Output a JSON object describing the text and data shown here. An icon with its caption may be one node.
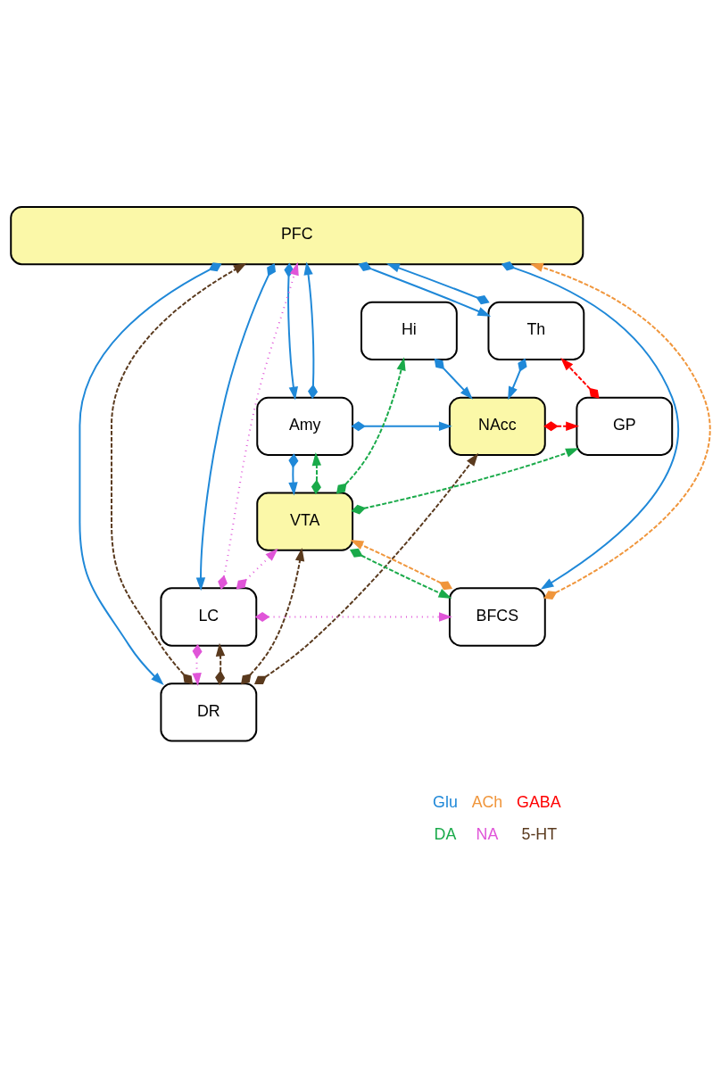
{
  "diagram": {
    "nodes": [
      {
        "text": [
          "PFC"
        ]
      },
      {
        "text": [
          "Hi"
        ]
      },
      {
        "text": [
          "Th"
        ]
      },
      {
        "text": [
          "Amy"
        ]
      },
      {
        "text": [
          "NAcc"
        ]
      },
      {
        "text": [
          "GP"
        ]
      },
      {
        "text": [
          "DR"
        ]
      },
      {
        "text": [
          "VTA"
        ]
      },
      {
        "text": [
          "BFCS"
        ]
      },
      {
        "text": [
          "LC"
        ]
      }
    ],
    "edges": [
      {
        "from": 0,
        "to": 8,
        "arrow": "to"
      },
      {
        "from": 0,
        "to": 3,
        "arrow": "to"
      },
      {
        "from": 3,
        "to": 0,
        "arrow": "to"
      },
      {
        "from": 3,
        "to": 4,
        "arrow": "to"
      },
      {
        "from": 3,
        "to": 7,
        "arrow": "to"
      },
      {
        "from": 1,
        "to": 4,
        "arrow": "to"
      },
      {
        "from": 2,
        "to": 4,
        "arrow": "to"
      },
      {
        "from": 0,
        "to": 6,
        "arrow": "to"
      },
      {
        "from": 2,
        "to": 0,
        "arrow": "to"
      },
      {
        "from": 0,
        "to": 2,
        "arrow": "to"
      },
      {
        "from": 0,
        "to": 9,
        "arrow": "to"
      },
      {
        "from": 8,
        "to": 0,
        "arrow": "to",
        "style": "dashed",
        "color": "#f0963c"
      },
      {
        "from": 8,
        "to": 7,
        "arrow": "to",
        "style": "dashed",
        "color": "#f0963c"
      },
      {
        "from": 7,
        "to": 1,
        "arrow": "to",
        "style": "dashed",
        "color": "#1aaa4a"
      },
      {
        "from": 7,
        "to": 3,
        "arrow": "to",
        "style": "dashed",
        "color": "#1aaa4a"
      },
      {
        "from": 7,
        "to": 5,
        "arrow": "to",
        "style": "dashed",
        "color": "#1aaa4a"
      },
      {
        "from": 7,
        "to": 8,
        "arrow": "to",
        "style": "dashed",
        "color": "#1aaa4a"
      },
      {
        "from": 6,
        "to": 4,
        "arrow": "to",
        "style": "dashed",
        "color": "#5a3a1e"
      },
      {
        "from": 6,
        "to": 0,
        "arrow": "to",
        "style": "dashed",
        "color": "#5a3a1e"
      },
      {
        "from": 6,
        "to": 7,
        "arrow": "to",
        "style": "dashed",
        "color": "#5a3a1e"
      },
      {
        "from": 6,
        "to": 9,
        "arrow": "to",
        "style": "dashed",
        "color": "#5a3a1e"
      },
      {
        "from": 9,
        "to": 6,
        "arrow": "to",
        "style": "dashed",
        "color": "#e055d8"
      },
      {
        "from": 9,
        "to": 7,
        "arrow": "to",
        "style": "dashed",
        "color": "#e055d8"
      },
      {
        "from": 9,
        "to": 0,
        "arrow": "to",
        "style": "dashed",
        "color": "#e055d8"
      },
      {
        "from": 9,
        "to": 8,
        "arrow": "to",
        "style": "dashed",
        "color": "#e055d8"
      },
      {
        "from": 4,
        "to": 5,
        "arrow": "to",
        "style": "dashed",
        "color": "#ff0000"
      },
      {
        "from": 5,
        "to": 2,
        "arrow": "to",
        "style": "dashed",
        "color": "#ff0000"
      }
    ],
    "legend": [
      {
        "text": "Glu"
      },
      {
        "text": "ACh"
      },
      {
        "text": "GABA"
      },
      {
        "text": "DA"
      },
      {
        "text": "NA"
      },
      {
        "text": "5-HT"
      }
    ]
  }
}
